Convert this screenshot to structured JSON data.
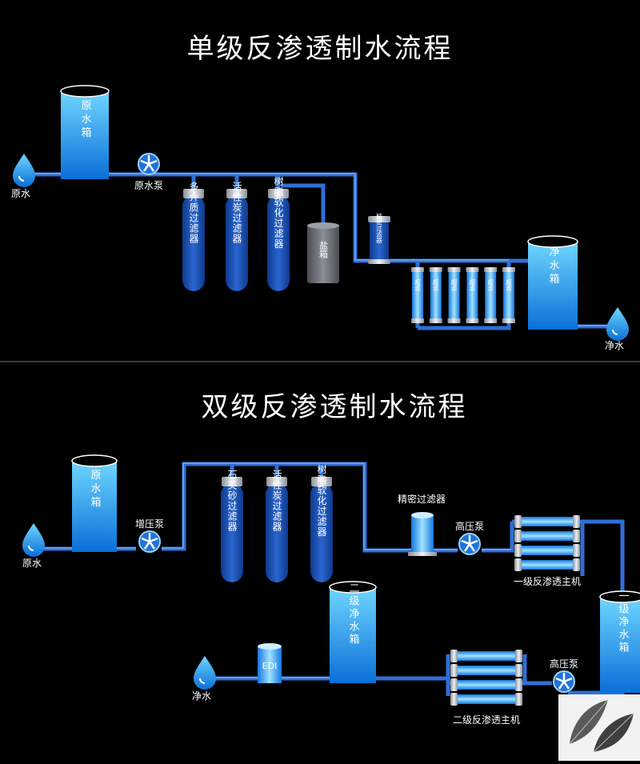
{
  "colors": {
    "background": "#000000",
    "pipe": "#2f6fd6",
    "pipe_highlight": "#9ad0ff",
    "water_light": "#4fc3ff",
    "water_dark": "#0a7fe0",
    "filter_body": "#1448a8",
    "filter_cap": "#c7ccd3",
    "salt_tank": "#6b6f75",
    "text": "#ffffff",
    "separator": "#3a3a3a"
  },
  "section1": {
    "title": "单级反渗透制水流程",
    "raw_water_label": "原水",
    "raw_tank_label": "原水箱",
    "raw_pump_label": "原水泵",
    "filters": [
      "多介质过滤器",
      "活性炭过滤器",
      "树脂软化过滤器"
    ],
    "salt_tank_label": "盐箱",
    "precision_filter_label": "精密过滤器",
    "uf_label": "超滤",
    "uf_count": 6,
    "clean_tank_label": "净水箱",
    "clean_water_label": "净水"
  },
  "section2": {
    "title": "双级反渗透制水流程",
    "raw_tank_label": "原水箱",
    "raw_water_label": "原水",
    "booster_pump_label": "增压泵",
    "filters": [
      "石英砂过滤器",
      "活性炭过滤器",
      "树脂软化过滤器"
    ],
    "precision_filter_label": "精密过滤器",
    "hp_pump1_label": "高压泵",
    "ro1_label": "一级反渗透主机",
    "ro1_tank_label": "一级净水箱",
    "hp_pump2_label": "高压泵",
    "ro2_label": "二级反渗透主机",
    "ro2_tank_label": "二级净水箱",
    "edi_label": "EDI",
    "clean_water_label": "净水"
  }
}
